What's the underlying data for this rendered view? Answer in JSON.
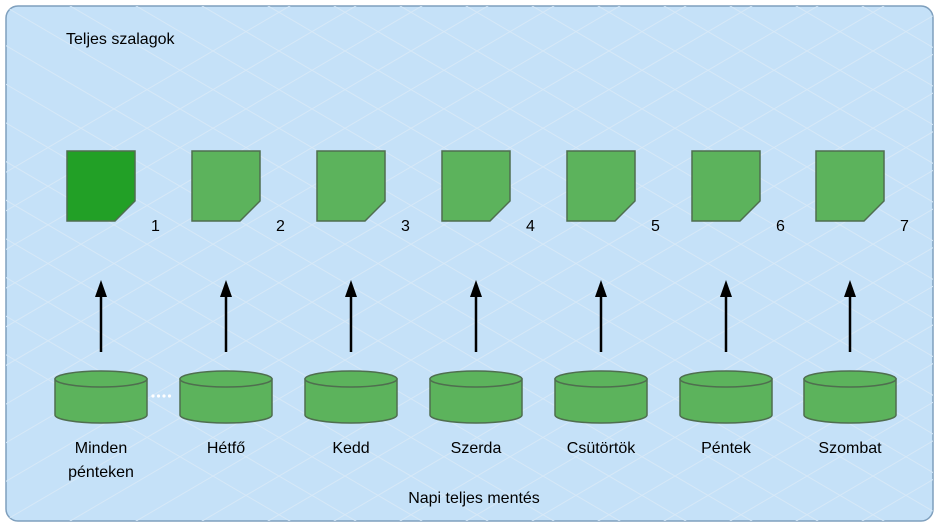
{
  "title": "Teljes szalagok",
  "footer": "Napi teljes mentés",
  "colors": {
    "panel_fill": "#c5e1f8",
    "panel_border": "#7e9fbd",
    "tape_fill": "#5cb35c",
    "tape_first_fill": "#22a026",
    "tape_stroke": "#4f6e4f",
    "drive_fill": "#5cb35c",
    "arrow": "#000000",
    "connector": "#ffffff"
  },
  "tapes": [
    {
      "number": "1",
      "highlighted": true
    },
    {
      "number": "2",
      "highlighted": false
    },
    {
      "number": "3",
      "highlighted": false
    },
    {
      "number": "4",
      "highlighted": false
    },
    {
      "number": "5",
      "highlighted": false
    },
    {
      "number": "6",
      "highlighted": false
    },
    {
      "number": "7",
      "highlighted": false
    }
  ],
  "drives": [
    {
      "label_lines": [
        "Minden",
        "pénteken"
      ]
    },
    {
      "label_lines": [
        "Hétfő"
      ]
    },
    {
      "label_lines": [
        "Kedd"
      ]
    },
    {
      "label_lines": [
        "Szerda"
      ]
    },
    {
      "label_lines": [
        "Csütörtök"
      ]
    },
    {
      "label_lines": [
        "Péntek"
      ]
    },
    {
      "label_lines": [
        "Szombat"
      ]
    }
  ]
}
